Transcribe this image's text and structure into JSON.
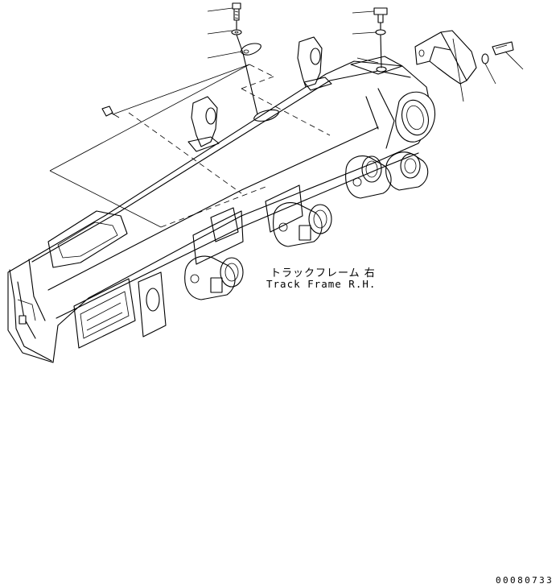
{
  "diagram": {
    "part_label_japanese": "トラックフレーム 右",
    "part_label_english": "Track Frame R.H.",
    "drawing_number": "00080733"
  }
}
